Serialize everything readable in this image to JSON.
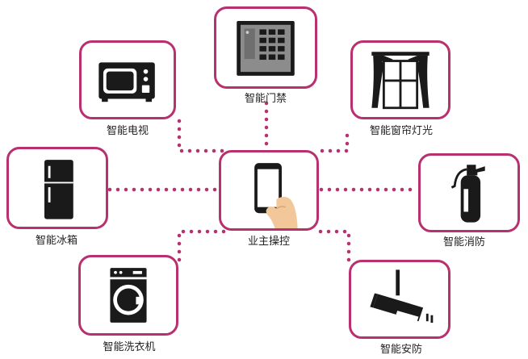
{
  "colors": {
    "border": "#b8306f",
    "dots": "#b8306f",
    "icon": "#1a1a1a"
  },
  "center": {
    "label": "业主操控",
    "icon": "hand-phone-icon"
  },
  "devices": [
    {
      "id": "tv",
      "label": "智能电视",
      "icon": "microwave-tv-icon"
    },
    {
      "id": "door",
      "label": "智能门禁",
      "icon": "keypad-icon"
    },
    {
      "id": "curtain",
      "label": "智能窗帘灯光",
      "icon": "curtain-window-icon"
    },
    {
      "id": "fridge",
      "label": "智能冰箱",
      "icon": "fridge-icon"
    },
    {
      "id": "fire",
      "label": "智能消防",
      "icon": "fire-extinguisher-icon"
    },
    {
      "id": "washer",
      "label": "智能洗衣机",
      "icon": "washing-machine-icon"
    },
    {
      "id": "security",
      "label": "智能安防",
      "icon": "security-camera-icon"
    }
  ]
}
